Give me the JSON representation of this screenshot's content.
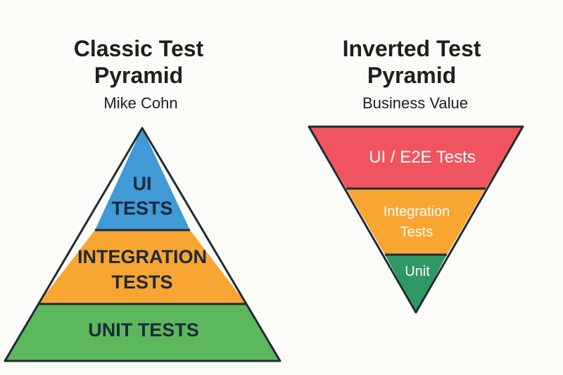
{
  "classic": {
    "title_line1": "Classic Test",
    "title_line2": "Pyramid",
    "subtitle": "Mike Cohn",
    "layers": [
      {
        "lines": [
          "UI",
          "TESTS"
        ],
        "color": "#3f9ad6"
      },
      {
        "lines": [
          "INTEGRATION",
          "TESTS"
        ],
        "color": "#f8a531"
      },
      {
        "lines": [
          "UNIT TESTS"
        ],
        "color": "#5cb85c"
      }
    ]
  },
  "inverted": {
    "title_line1": "Inverted Test",
    "title_line2": "Pyramid",
    "subtitle": "Business Value",
    "layers": [
      {
        "lines": [
          "UI / E2E Tests"
        ],
        "color": "#f0555f"
      },
      {
        "lines": [
          "Integration",
          "Tests"
        ],
        "color": "#f8a531"
      },
      {
        "lines": [
          "Unit"
        ],
        "color": "#2e9a62"
      }
    ]
  }
}
